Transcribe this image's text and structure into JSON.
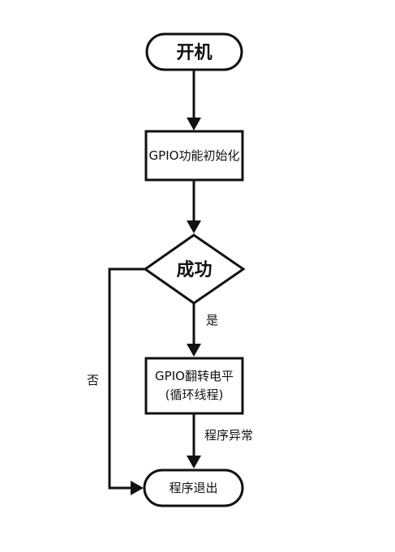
{
  "nodes": {
    "start": {
      "label": "开机"
    },
    "init": {
      "label": "GPIO功能初始化"
    },
    "decision": {
      "label": "成功"
    },
    "toggle": {
      "line1": "GPIO翻转电平",
      "line2": "(循环线程)"
    },
    "end": {
      "label": "程序退出"
    }
  },
  "edges": {
    "yes_label": "是",
    "no_label": "否",
    "error_label": "程序异常"
  }
}
